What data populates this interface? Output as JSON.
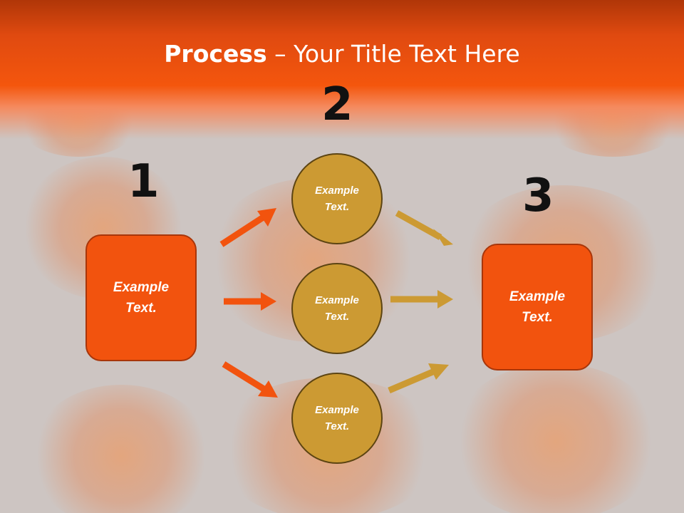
{
  "title": {
    "bold": "Process",
    "rest": " – Your Title Text Here"
  },
  "numbers": [
    "1",
    "2",
    "3"
  ],
  "left_box": {
    "text": "Example\nText."
  },
  "right_box": {
    "text": "Example\nText."
  },
  "circles": [
    {
      "text": "Example\nText."
    },
    {
      "text": "Example\nText."
    },
    {
      "text": "Example\nText."
    }
  ],
  "colors": {
    "header": "#f4560d",
    "box_fill": "#f2530e",
    "circle_fill": "#cc9a33",
    "arrow_left": "#f2530e",
    "arrow_right": "#cc9a33",
    "background": "#cdc5c2"
  }
}
